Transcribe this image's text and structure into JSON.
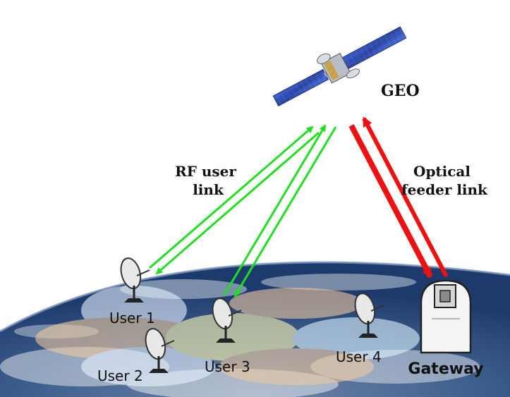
{
  "diagram": {
    "satellite_label": "GEO",
    "rf_link_label": [
      "RF user",
      "link"
    ],
    "optical_link_label": [
      "Optical",
      "feeder link"
    ],
    "users": [
      "User 1",
      "User 2",
      "User 3",
      "User 4"
    ],
    "gateway_label": "Gateway",
    "colors": {
      "rf_link": "#22dd22",
      "optical_link": "#ee1111",
      "satellite_panel": "#2f4fb8"
    }
  }
}
